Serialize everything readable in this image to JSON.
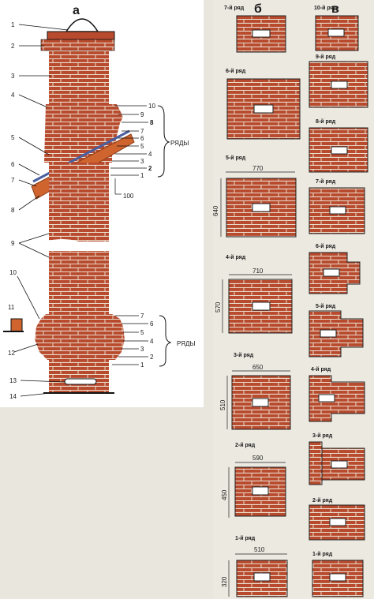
{
  "panels": {
    "a": "а",
    "b": "б",
    "v": "в"
  },
  "left_labels": [
    "1",
    "2",
    "3",
    "4",
    "5",
    "6",
    "7",
    "8",
    "9",
    "10",
    "11",
    "12",
    "13",
    "14"
  ],
  "roof_numbers": [
    "10",
    "9",
    "8",
    "7",
    "6",
    "5",
    "4",
    "3",
    "2",
    "1"
  ],
  "base_numbers": [
    "7",
    "6",
    "5",
    "4",
    "3",
    "2",
    "1"
  ],
  "rows_word": "РЯДЫ",
  "offset_label": "100",
  "b_rows": [
    {
      "label": "7-й ряд"
    },
    {
      "label": "6-й ряд"
    },
    {
      "label": "5-й ряд",
      "width": "770",
      "height": "640"
    },
    {
      "label": "4-й ряд",
      "width": "710",
      "height": "570"
    },
    {
      "label": "3-й ряд",
      "width": "650",
      "height": "510"
    },
    {
      "label": "2-й ряд",
      "width": "590",
      "height": "450"
    },
    {
      "label": "1-й ряд",
      "width": "510",
      "height": "320"
    }
  ],
  "v_rows": [
    "10-й ряд",
    "9-й ряд",
    "8-й ряд",
    "7-й ряд",
    "6-й ряд",
    "5-й ряд",
    "4-й ряд",
    "3-й ряд",
    "2-й ряд",
    "1-й ряд"
  ],
  "colors": {
    "brick": "#b84a2e",
    "mortar": "#f1e9dc",
    "hole": "#ffffff",
    "board": "#d0642e",
    "slate": "#4a5fa0"
  }
}
